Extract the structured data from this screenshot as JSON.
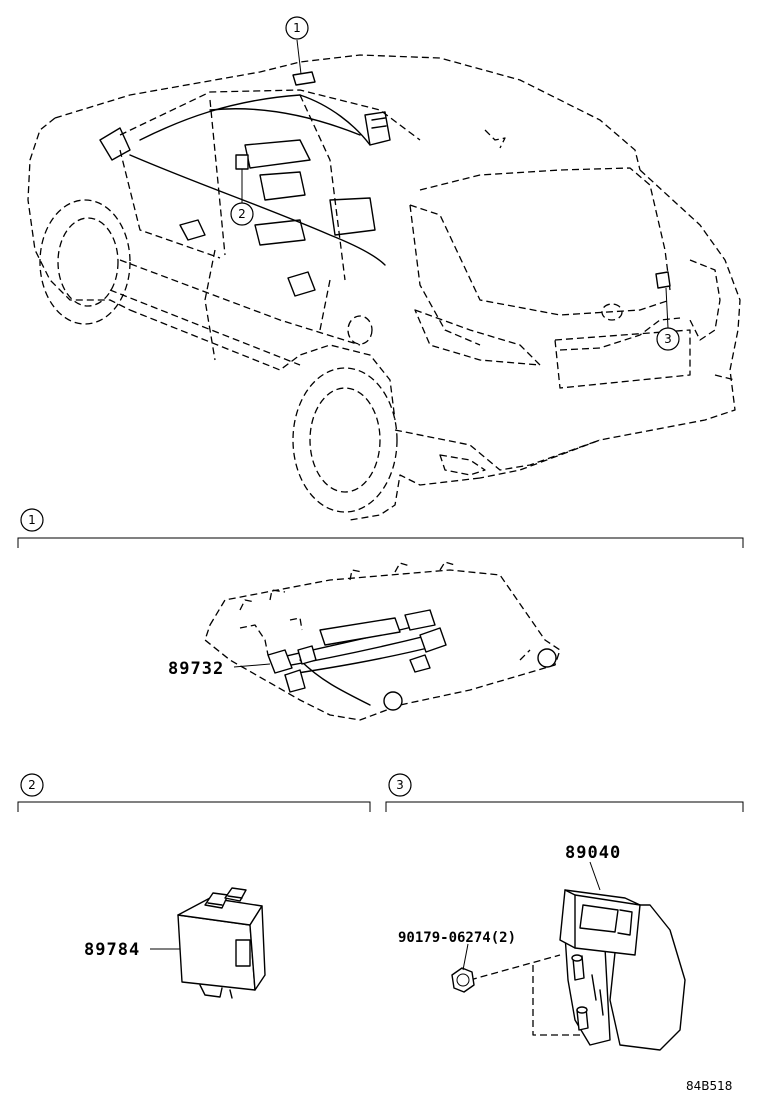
{
  "callouts": {
    "c1": "1",
    "c2": "2",
    "c3": "3"
  },
  "sections": [
    {
      "number": "1"
    },
    {
      "number": "2"
    },
    {
      "number": "3"
    }
  ],
  "parts": {
    "p89732": "89732",
    "p89784": "89784",
    "p89040": "89040",
    "p90179": "90179-06274(2)"
  },
  "figure_code": "84B518"
}
